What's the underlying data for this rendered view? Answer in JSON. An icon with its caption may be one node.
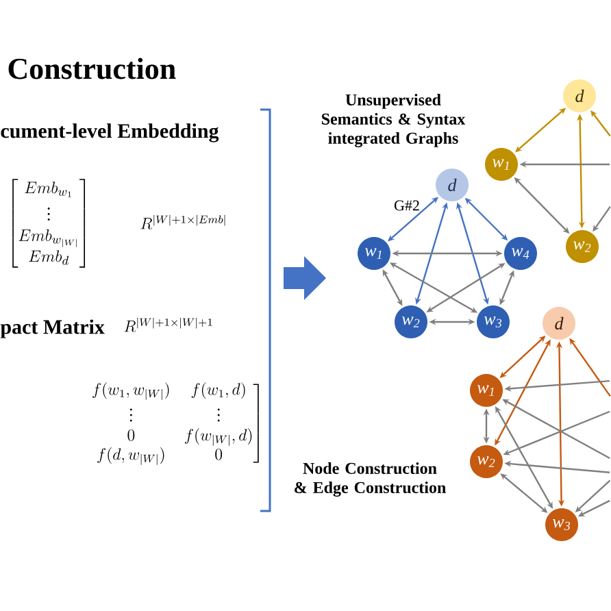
{
  "diagram": {
    "title": "Construction",
    "nodes": [
      {
        "text": [
          "d"
        ]
      },
      {
        "text": [
          "w$_{1}$"
        ]
      },
      {
        "text": [
          "w$_{4}$"
        ]
      },
      {
        "text": [
          "w$_{2}$"
        ]
      },
      {
        "text": [
          "w$_{3}$"
        ]
      },
      {
        "text": [
          "d"
        ]
      },
      {
        "text": [
          "w$_{1}$"
        ]
      },
      {
        "text": [
          "w$_{2}$"
        ]
      },
      {
        "text": [
          "d"
        ]
      },
      {
        "text": [
          "w$_{1}$"
        ]
      },
      {
        "text": [
          "w$_{2}$"
        ]
      },
      {
        "text": [
          "w$_{3}$"
        ]
      }
    ],
    "edges": [
      {
        "from": 0,
        "to": 1,
        "arrow": "both",
        "color": "#4472c4"
      },
      {
        "from": 0,
        "to": 2,
        "arrow": "both",
        "color": "#4472c4"
      },
      {
        "from": 0,
        "to": 3,
        "arrow": "both",
        "color": "#4472c4"
      },
      {
        "from": 0,
        "to": 4,
        "arrow": "both",
        "color": "#4472c4"
      },
      {
        "from": 1,
        "to": 2,
        "arrow": "both"
      },
      {
        "from": 1,
        "to": 4,
        "arrow": "both"
      },
      {
        "from": 2,
        "to": 3,
        "arrow": "both"
      },
      {
        "from": 1,
        "to": 3,
        "arrow": "both"
      },
      {
        "from": 2,
        "to": 4,
        "arrow": "both"
      },
      {
        "from": 3,
        "to": 4,
        "arrow": "both"
      },
      {
        "from": 5,
        "to": 6,
        "arrow": "both",
        "color": "#bf9000"
      },
      {
        "from": 5,
        "to": 7,
        "arrow": "both",
        "color": "#bf9000"
      },
      {
        "from": 6,
        "to": 7,
        "arrow": "both"
      },
      {
        "from": null,
        "to": 6,
        "arrow": "to"
      },
      {
        "from": null,
        "to": 7,
        "arrow": "to"
      },
      {
        "from": null,
        "to": 5,
        "arrow": "to",
        "color": "#bf9000"
      },
      {
        "from": 8,
        "to": 9,
        "arrow": "both",
        "color": "#c55a11"
      },
      {
        "from": 8,
        "to": 10,
        "arrow": "both",
        "color": "#c55a11"
      },
      {
        "from": 8,
        "to": 11,
        "arrow": "both",
        "color": "#c55a11"
      },
      {
        "from": 9,
        "to": 10,
        "arrow": "both"
      },
      {
        "from": 9,
        "to": 11,
        "arrow": "both"
      },
      {
        "from": 10,
        "to": 11,
        "arrow": "both"
      },
      {
        "from": null,
        "to": 8,
        "arrow": "to",
        "color": "#c55a11"
      },
      {
        "from": null,
        "to": 9,
        "arrow": "to"
      },
      {
        "from": null,
        "to": 9,
        "arrow": "to"
      },
      {
        "from": null,
        "to": 10,
        "arrow": "to"
      },
      {
        "from": null,
        "to": 10,
        "arrow": "to"
      },
      {
        "from": null,
        "to": 11,
        "arrow": "to"
      },
      {
        "from": null,
        "to": 11,
        "arrow": "to"
      }
    ],
    "labels": [
      "cument-level Embedding",
      "\\begin{bmatrix}Emb_{w_1}\\\\\\vdots\\\\Emb_{w_{|W|}}\\\\Emb_d\\end{bmatrix}",
      "R^{|W|+1\\times|Emb|}",
      "pact Matrix",
      "R^{|W|+1\\times|W|+1}",
      "\\left.\\begin{matrix}f(w_1,w_{|W|}) & f(w_1,d)\\\\\\vdots & \\vdots\\\\0 & f(w_{|W|},d)\\\\f(d,w_{|W|}) & 0\\end{matrix}\\right]",
      "Unsupervised Semantics & Syntax integrated Graphs",
      "G#2",
      "Node Construction & Edge Construction"
    ]
  }
}
